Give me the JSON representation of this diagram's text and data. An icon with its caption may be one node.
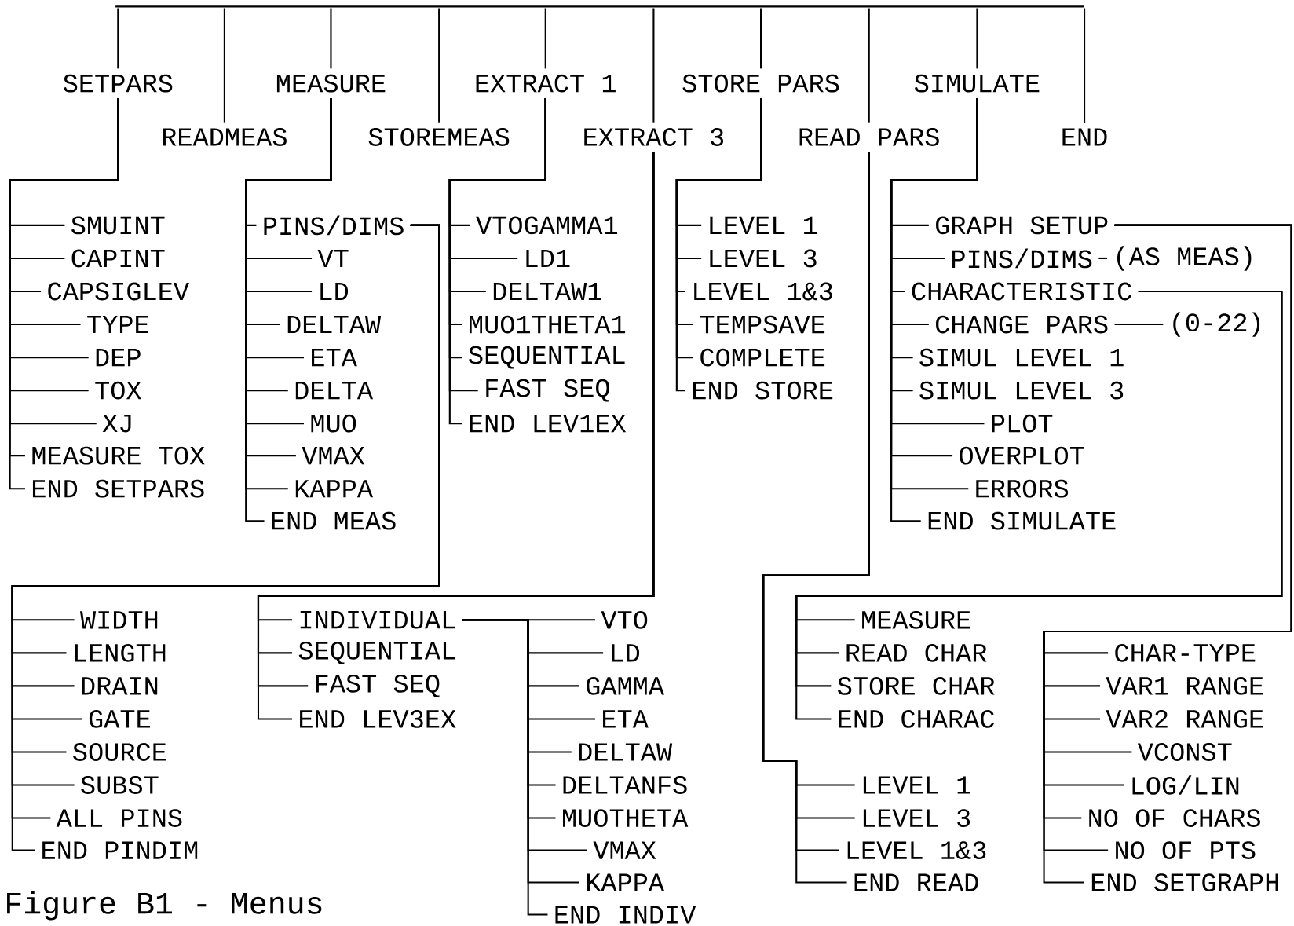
{
  "diagram": {
    "caption": "Figure B1 - Menus",
    "nodes": [
      {
        "text": [],
        "shape": "bar"
      },
      {
        "text": [
          "SETPARS"
        ]
      },
      {
        "text": [
          "READMEAS"
        ]
      },
      {
        "text": [
          "MEASURE"
        ]
      },
      {
        "text": [
          "STOREMEAS"
        ]
      },
      {
        "text": [
          "EXTRACT 1"
        ]
      },
      {
        "text": [
          "EXTRACT 3"
        ]
      },
      {
        "text": [
          "STORE PARS"
        ]
      },
      {
        "text": [
          "READ PARS"
        ]
      },
      {
        "text": [
          "SIMULATE"
        ]
      },
      {
        "text": [
          "END"
        ]
      },
      {
        "text": [
          "SMUINT"
        ]
      },
      {
        "text": [
          "CAPINT"
        ]
      },
      {
        "text": [
          "CAPSIGLEV"
        ]
      },
      {
        "text": [
          "TYPE"
        ]
      },
      {
        "text": [
          "DEP"
        ]
      },
      {
        "text": [
          "TOX"
        ]
      },
      {
        "text": [
          "XJ"
        ]
      },
      {
        "text": [
          "MEASURE TOX"
        ]
      },
      {
        "text": [
          "END SETPARS"
        ]
      },
      {
        "text": [
          "PINS/DIMS"
        ]
      },
      {
        "text": [
          "VT"
        ]
      },
      {
        "text": [
          "LD"
        ]
      },
      {
        "text": [
          "DELTAW"
        ]
      },
      {
        "text": [
          "ETA"
        ]
      },
      {
        "text": [
          "DELTA"
        ]
      },
      {
        "text": [
          "MUO"
        ]
      },
      {
        "text": [
          "VMAX"
        ]
      },
      {
        "text": [
          "KAPPA"
        ]
      },
      {
        "text": [
          "END MEAS"
        ]
      },
      {
        "text": [
          "VTOGAMMA1"
        ]
      },
      {
        "text": [
          "LD1"
        ]
      },
      {
        "text": [
          "DELTAW1"
        ]
      },
      {
        "text": [
          "MUO1THETA1"
        ]
      },
      {
        "text": [
          "SEQUENTIAL"
        ]
      },
      {
        "text": [
          "FAST SEQ"
        ]
      },
      {
        "text": [
          "END LEV1EX"
        ]
      },
      {
        "text": [
          "LEVEL 1"
        ]
      },
      {
        "text": [
          "LEVEL 3"
        ]
      },
      {
        "text": [
          "LEVEL 1&3"
        ]
      },
      {
        "text": [
          "TEMPSAVE"
        ]
      },
      {
        "text": [
          "COMPLETE"
        ]
      },
      {
        "text": [
          "END STORE"
        ]
      },
      {
        "text": [
          "GRAPH SETUP"
        ]
      },
      {
        "text": [
          "PINS/DIMS"
        ]
      },
      {
        "text": [
          "CHARACTERISTIC"
        ]
      },
      {
        "text": [
          "CHANGE PARS"
        ]
      },
      {
        "text": [
          "SIMUL LEVEL 1"
        ]
      },
      {
        "text": [
          "SIMUL LEVEL 3"
        ]
      },
      {
        "text": [
          "PLOT"
        ]
      },
      {
        "text": [
          "OVERPLOT"
        ]
      },
      {
        "text": [
          "ERRORS"
        ]
      },
      {
        "text": [
          "END SIMULATE"
        ]
      },
      {
        "text": [
          "(AS MEAS)"
        ]
      },
      {
        "text": [
          "(0-22)"
        ]
      },
      {
        "text": [
          "WIDTH"
        ]
      },
      {
        "text": [
          "LENGTH"
        ]
      },
      {
        "text": [
          "DRAIN"
        ]
      },
      {
        "text": [
          "GATE"
        ]
      },
      {
        "text": [
          "SOURCE"
        ]
      },
      {
        "text": [
          "SUBST"
        ]
      },
      {
        "text": [
          "ALL PINS"
        ]
      },
      {
        "text": [
          "END PINDIM"
        ]
      },
      {
        "text": [
          "INDIVIDUAL"
        ]
      },
      {
        "text": [
          "SEQUENTIAL"
        ]
      },
      {
        "text": [
          "FAST SEQ"
        ]
      },
      {
        "text": [
          "END LEV3EX"
        ]
      },
      {
        "text": [
          "VTO"
        ]
      },
      {
        "text": [
          "LD"
        ]
      },
      {
        "text": [
          "GAMMA"
        ]
      },
      {
        "text": [
          "ETA"
        ]
      },
      {
        "text": [
          "DELTAW"
        ]
      },
      {
        "text": [
          "DELTANFS"
        ]
      },
      {
        "text": [
          "MUOTHETA"
        ]
      },
      {
        "text": [
          "VMAX"
        ]
      },
      {
        "text": [
          "KAPPA"
        ]
      },
      {
        "text": [
          "END INDIV"
        ]
      },
      {
        "text": [
          "MEASURE"
        ]
      },
      {
        "text": [
          "READ CHAR"
        ]
      },
      {
        "text": [
          "STORE CHAR"
        ]
      },
      {
        "text": [
          "END CHARAC"
        ]
      },
      {
        "text": [
          "CHAR-TYPE"
        ]
      },
      {
        "text": [
          "VAR1 RANGE"
        ]
      },
      {
        "text": [
          "VAR2 RANGE"
        ]
      },
      {
        "text": [
          "VCONST"
        ]
      },
      {
        "text": [
          "LOG/LIN"
        ]
      },
      {
        "text": [
          "NO OF CHARS"
        ]
      },
      {
        "text": [
          "NO OF PTS"
        ]
      },
      {
        "text": [
          "END SETGRAPH"
        ]
      },
      {
        "text": [
          "LEVEL 1"
        ]
      },
      {
        "text": [
          "LEVEL 3"
        ]
      },
      {
        "text": [
          "LEVEL 1&3"
        ]
      },
      {
        "text": [
          "END READ"
        ]
      }
    ],
    "edges": [
      {
        "from": 0,
        "to": 1,
        "arrow": "none"
      },
      {
        "from": 0,
        "to": 2,
        "arrow": "none"
      },
      {
        "from": 0,
        "to": 3,
        "arrow": "none"
      },
      {
        "from": 0,
        "to": 4,
        "arrow": "none"
      },
      {
        "from": 0,
        "to": 5,
        "arrow": "none"
      },
      {
        "from": 0,
        "to": 6,
        "arrow": "none"
      },
      {
        "from": 0,
        "to": 7,
        "arrow": "none"
      },
      {
        "from": 0,
        "to": 8,
        "arrow": "none"
      },
      {
        "from": 0,
        "to": 9,
        "arrow": "none"
      },
      {
        "from": 0,
        "to": 10,
        "arrow": "none"
      },
      {
        "from": 1,
        "to": 11,
        "arrow": "none"
      },
      {
        "from": 1,
        "to": 12,
        "arrow": "none"
      },
      {
        "from": 1,
        "to": 13,
        "arrow": "none"
      },
      {
        "from": 1,
        "to": 14,
        "arrow": "none"
      },
      {
        "from": 1,
        "to": 15,
        "arrow": "none"
      },
      {
        "from": 1,
        "to": 16,
        "arrow": "none"
      },
      {
        "from": 1,
        "to": 17,
        "arrow": "none"
      },
      {
        "from": 1,
        "to": 18,
        "arrow": "none"
      },
      {
        "from": 1,
        "to": 19,
        "arrow": "none"
      },
      {
        "from": 3,
        "to": 20,
        "arrow": "none"
      },
      {
        "from": 3,
        "to": 21,
        "arrow": "none"
      },
      {
        "from": 3,
        "to": 22,
        "arrow": "none"
      },
      {
        "from": 3,
        "to": 23,
        "arrow": "none"
      },
      {
        "from": 3,
        "to": 24,
        "arrow": "none"
      },
      {
        "from": 3,
        "to": 25,
        "arrow": "none"
      },
      {
        "from": 3,
        "to": 26,
        "arrow": "none"
      },
      {
        "from": 3,
        "to": 27,
        "arrow": "none"
      },
      {
        "from": 3,
        "to": 28,
        "arrow": "none"
      },
      {
        "from": 3,
        "to": 29,
        "arrow": "none"
      },
      {
        "from": 5,
        "to": 30,
        "arrow": "none"
      },
      {
        "from": 5,
        "to": 31,
        "arrow": "none"
      },
      {
        "from": 5,
        "to": 32,
        "arrow": "none"
      },
      {
        "from": 5,
        "to": 33,
        "arrow": "none"
      },
      {
        "from": 5,
        "to": 34,
        "arrow": "none"
      },
      {
        "from": 5,
        "to": 35,
        "arrow": "none"
      },
      {
        "from": 5,
        "to": 36,
        "arrow": "none"
      },
      {
        "from": 7,
        "to": 37,
        "arrow": "none"
      },
      {
        "from": 7,
        "to": 38,
        "arrow": "none"
      },
      {
        "from": 7,
        "to": 39,
        "arrow": "none"
      },
      {
        "from": 7,
        "to": 40,
        "arrow": "none"
      },
      {
        "from": 7,
        "to": 41,
        "arrow": "none"
      },
      {
        "from": 7,
        "to": 42,
        "arrow": "none"
      },
      {
        "from": 9,
        "to": 43,
        "arrow": "none"
      },
      {
        "from": 9,
        "to": 44,
        "arrow": "none"
      },
      {
        "from": 9,
        "to": 45,
        "arrow": "none"
      },
      {
        "from": 9,
        "to": 46,
        "arrow": "none"
      },
      {
        "from": 9,
        "to": 47,
        "arrow": "none"
      },
      {
        "from": 9,
        "to": 48,
        "arrow": "none"
      },
      {
        "from": 9,
        "to": 49,
        "arrow": "none"
      },
      {
        "from": 9,
        "to": 50,
        "arrow": "none"
      },
      {
        "from": 9,
        "to": 51,
        "arrow": "none"
      },
      {
        "from": 9,
        "to": 52,
        "arrow": "none"
      },
      {
        "from": 44,
        "to": 53,
        "arrow": "none"
      },
      {
        "from": 46,
        "to": 54,
        "arrow": "none"
      },
      {
        "from": 20,
        "to": 55,
        "arrow": "none"
      },
      {
        "from": 20,
        "to": 56,
        "arrow": "none"
      },
      {
        "from": 20,
        "to": 57,
        "arrow": "none"
      },
      {
        "from": 20,
        "to": 58,
        "arrow": "none"
      },
      {
        "from": 20,
        "to": 59,
        "arrow": "none"
      },
      {
        "from": 20,
        "to": 60,
        "arrow": "none"
      },
      {
        "from": 20,
        "to": 61,
        "arrow": "none"
      },
      {
        "from": 20,
        "to": 62,
        "arrow": "none"
      },
      {
        "from": 6,
        "to": 63,
        "arrow": "none"
      },
      {
        "from": 6,
        "to": 64,
        "arrow": "none"
      },
      {
        "from": 6,
        "to": 65,
        "arrow": "none"
      },
      {
        "from": 6,
        "to": 66,
        "arrow": "none"
      },
      {
        "from": 63,
        "to": 67,
        "arrow": "none"
      },
      {
        "from": 63,
        "to": 68,
        "arrow": "none"
      },
      {
        "from": 63,
        "to": 69,
        "arrow": "none"
      },
      {
        "from": 63,
        "to": 70,
        "arrow": "none"
      },
      {
        "from": 63,
        "to": 71,
        "arrow": "none"
      },
      {
        "from": 63,
        "to": 72,
        "arrow": "none"
      },
      {
        "from": 63,
        "to": 73,
        "arrow": "none"
      },
      {
        "from": 63,
        "to": 74,
        "arrow": "none"
      },
      {
        "from": 63,
        "to": 75,
        "arrow": "none"
      },
      {
        "from": 63,
        "to": 76,
        "arrow": "none"
      },
      {
        "from": 45,
        "to": 77,
        "arrow": "none"
      },
      {
        "from": 45,
        "to": 78,
        "arrow": "none"
      },
      {
        "from": 45,
        "to": 79,
        "arrow": "none"
      },
      {
        "from": 45,
        "to": 80,
        "arrow": "none"
      },
      {
        "from": 43,
        "to": 81,
        "arrow": "none"
      },
      {
        "from": 43,
        "to": 82,
        "arrow": "none"
      },
      {
        "from": 43,
        "to": 83,
        "arrow": "none"
      },
      {
        "from": 43,
        "to": 84,
        "arrow": "none"
      },
      {
        "from": 43,
        "to": 85,
        "arrow": "none"
      },
      {
        "from": 43,
        "to": 86,
        "arrow": "none"
      },
      {
        "from": 43,
        "to": 87,
        "arrow": "none"
      },
      {
        "from": 43,
        "to": 88,
        "arrow": "none"
      },
      {
        "from": 8,
        "to": 89,
        "arrow": "none"
      },
      {
        "from": 8,
        "to": 90,
        "arrow": "none"
      },
      {
        "from": 8,
        "to": 91,
        "arrow": "none"
      },
      {
        "from": 8,
        "to": 92,
        "arrow": "none"
      }
    ]
  }
}
